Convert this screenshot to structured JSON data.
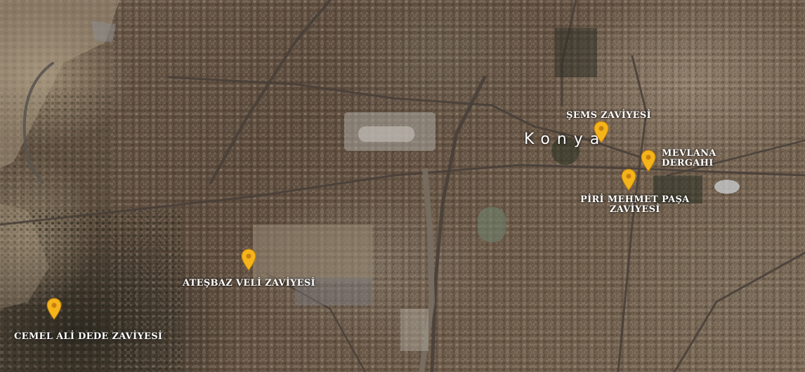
{
  "map": {
    "city_label": "Konya",
    "pin_color": "#F4B41A",
    "pin_dot_color": "#C67E10",
    "label_color": "#FFFFFF"
  },
  "places": [
    {
      "id": "sems",
      "label": "ŞEMS ZAVİYESİ"
    },
    {
      "id": "mevlana",
      "label_lines": [
        "MEVLANA",
        "DERGAHI"
      ]
    },
    {
      "id": "piri",
      "label_lines": [
        "PİRİ MEHMET PAŞA",
        "ZAVİYESİ"
      ]
    },
    {
      "id": "atesbaz",
      "label": "ATEŞBAZ VELİ ZAVİYESİ"
    },
    {
      "id": "cemel",
      "label": "CEMEL ALİ DEDE ZAVİYESİ"
    }
  ]
}
